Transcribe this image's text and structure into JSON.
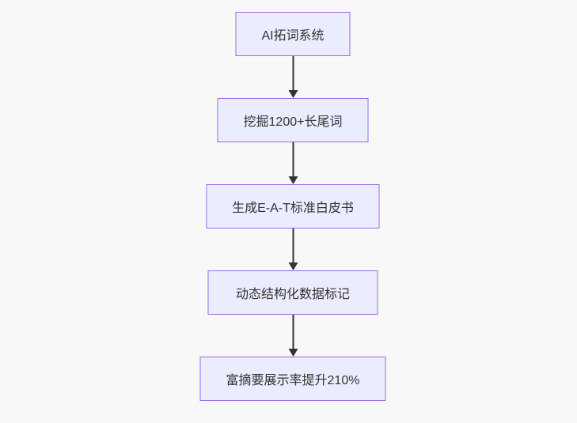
{
  "diagram": {
    "type": "flowchart",
    "direction": "top-down",
    "nodes": [
      {
        "id": "A",
        "label": "AI拓词系统"
      },
      {
        "id": "B",
        "label": "挖掘1200+长尾词"
      },
      {
        "id": "C",
        "label": "生成E-A-T标准白皮书"
      },
      {
        "id": "D",
        "label": "动态结构化数据标记"
      },
      {
        "id": "E",
        "label": "富摘要展示率提升210%"
      }
    ],
    "edges": [
      {
        "from": "A",
        "to": "B"
      },
      {
        "from": "B",
        "to": "C"
      },
      {
        "from": "C",
        "to": "D"
      },
      {
        "from": "D",
        "to": "E"
      }
    ],
    "colors": {
      "node_fill": "#ECECFF",
      "node_border": "#9370DB",
      "edge": "#333333",
      "text": "#333333",
      "background": "#f8f8f8"
    }
  }
}
